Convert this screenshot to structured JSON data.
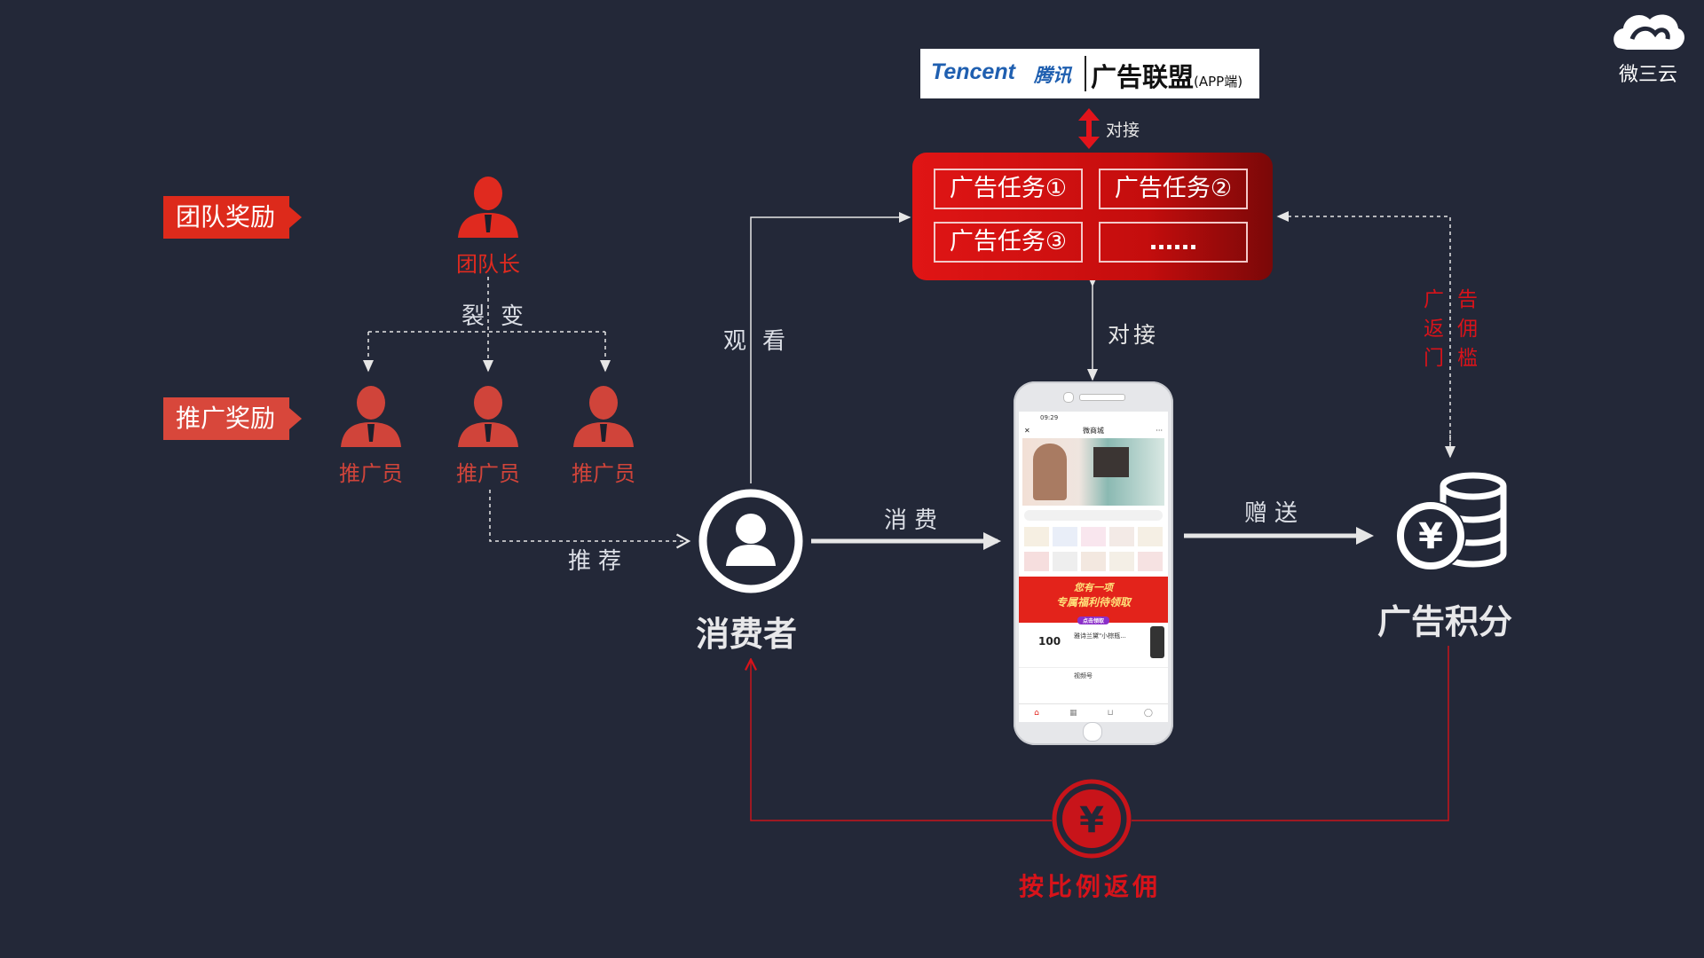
{
  "logo": {
    "text": "微三云"
  },
  "banner": {
    "brand": "Tencent",
    "brand_cn": "腾讯",
    "title": "广告联盟",
    "suffix": "(APP端)"
  },
  "top_link": {
    "label": "对接"
  },
  "tasks": [
    "广告任务①",
    "广告任务②",
    "广告任务③",
    "……"
  ],
  "mid_link": {
    "label": "对接"
  },
  "tags": {
    "team": "团队奖励",
    "promo": "推广奖励"
  },
  "leader": {
    "label": "团队长"
  },
  "fission": {
    "label": "裂变"
  },
  "promoters": [
    "推广员",
    "推广员",
    "推广员"
  ],
  "recommend": {
    "label": "推荐"
  },
  "watch": {
    "label": "观看"
  },
  "consumer": {
    "label": "消费者"
  },
  "consume": {
    "label": "消费"
  },
  "gift": {
    "label": "赠送"
  },
  "points": {
    "label": "广告积分"
  },
  "threshold": {
    "col1": "广返门",
    "col2": "告佣槛"
  },
  "rebate": {
    "label": "按比例返佣"
  },
  "phone": {
    "time": "09:29",
    "title": "微商城",
    "promo_line1": "您有一项",
    "promo_line2": "专属福利待领取",
    "promo_btn": "点击领取",
    "price": "100",
    "product": "雅诗兰黛\"小棕瓶...",
    "product2": "视频号"
  },
  "colors": {
    "background": "#232838",
    "accent_red": "#d8131a",
    "person_red": "#d0443a",
    "tag_red": "#dd2a1b"
  }
}
